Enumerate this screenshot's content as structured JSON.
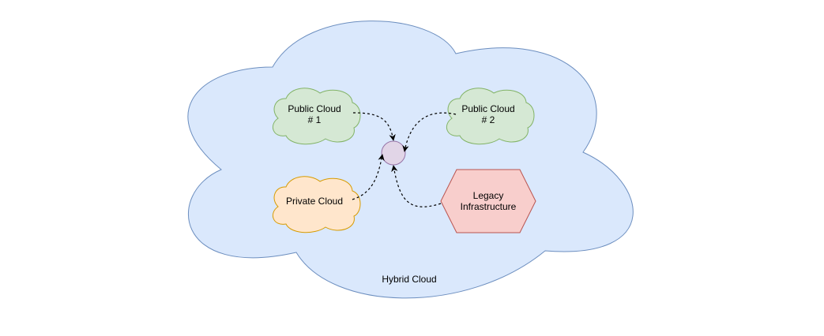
{
  "diagram": {
    "outer_cloud": {
      "label": "Hybrid Cloud",
      "fill": "#dae8fc",
      "stroke": "#6c8ebf"
    },
    "nodes": [
      {
        "id": "public-cloud-1",
        "lines": [
          "Public Cloud",
          "# 1"
        ],
        "fill": "#d5e8d4",
        "stroke": "#82b366"
      },
      {
        "id": "public-cloud-2",
        "lines": [
          "Public Cloud",
          "# 2"
        ],
        "fill": "#d5e8d4",
        "stroke": "#82b366"
      },
      {
        "id": "private-cloud",
        "lines": [
          "Private Cloud"
        ],
        "fill": "#ffe6cc",
        "stroke": "#d79b00"
      },
      {
        "id": "legacy-infrastructure",
        "lines": [
          "Legacy",
          "Infrastructure"
        ],
        "fill": "#f8cecc",
        "stroke": "#b85450"
      }
    ],
    "hub": {
      "fill": "#e1d5e7",
      "stroke": "#9673a6"
    },
    "connector_color": "#000000"
  }
}
